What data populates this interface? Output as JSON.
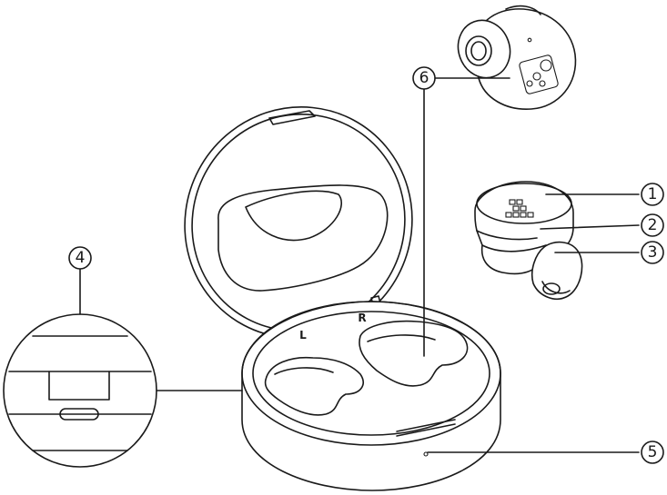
{
  "callouts": [
    {
      "id": "1",
      "label": "1"
    },
    {
      "id": "2",
      "label": "2"
    },
    {
      "id": "3",
      "label": "3"
    },
    {
      "id": "4",
      "label": "4"
    },
    {
      "id": "5",
      "label": "5"
    },
    {
      "id": "6",
      "label": "6"
    }
  ],
  "case_marks": {
    "left": "L",
    "right": "R"
  }
}
